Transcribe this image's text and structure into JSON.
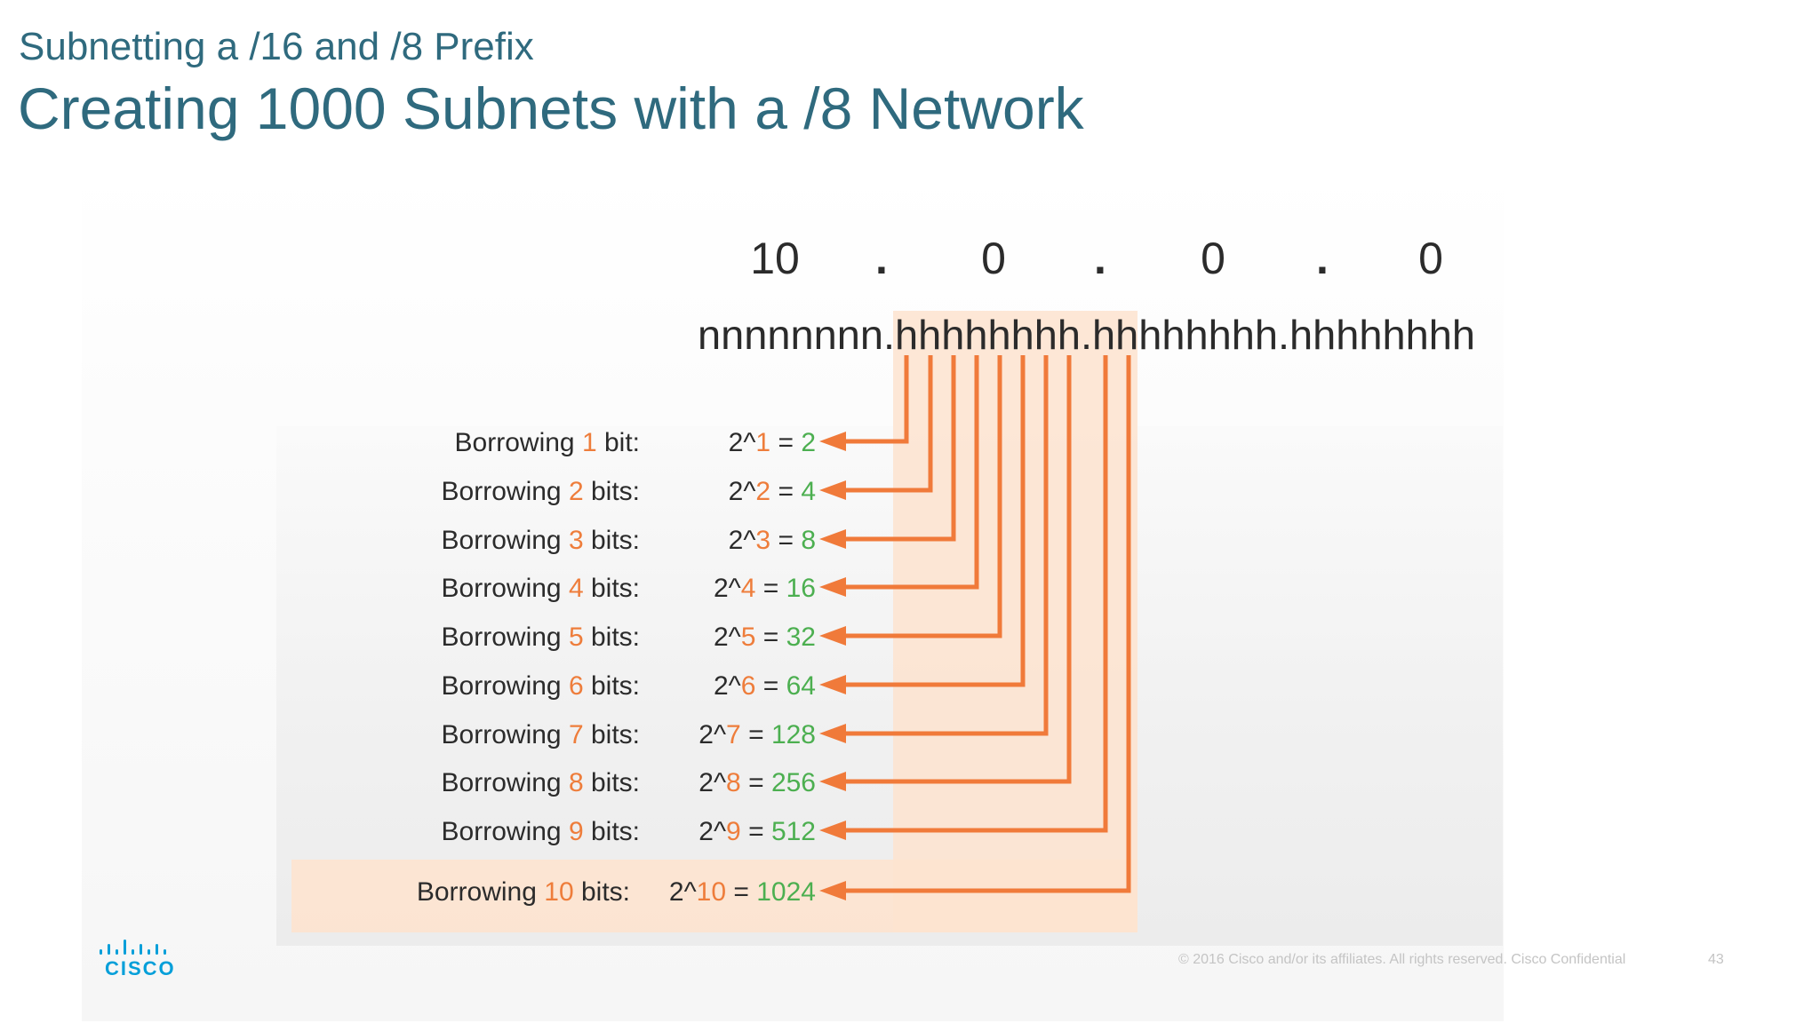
{
  "header": {
    "subtitle": "Subnetting a /16 and /8 Prefix",
    "title": "Creating 1000 Subnets with a /8 Network"
  },
  "diagram": {
    "ip_address": {
      "octets": [
        "10",
        "0",
        "0",
        "0"
      ],
      "dot": "."
    },
    "bit_pattern": {
      "segments": [
        "nnnnnnnn.",
        "hhhhhhhh.h",
        "hhhhhhh.hhhhhhhh"
      ]
    },
    "rows": [
      {
        "prefix": "Borrowing ",
        "n": "1",
        "suffix": " bit:",
        "base": "2^",
        "exp": "1",
        "eq": " = ",
        "result": "2"
      },
      {
        "prefix": "Borrowing ",
        "n": "2",
        "suffix": " bits:",
        "base": "2^",
        "exp": "2",
        "eq": " = ",
        "result": "4"
      },
      {
        "prefix": "Borrowing ",
        "n": "3",
        "suffix": " bits:",
        "base": "2^",
        "exp": "3",
        "eq": " = ",
        "result": "8"
      },
      {
        "prefix": "Borrowing ",
        "n": "4",
        "suffix": " bits:",
        "base": "2^",
        "exp": "4",
        "eq": " = ",
        "result": "16"
      },
      {
        "prefix": "Borrowing ",
        "n": "5",
        "suffix": " bits:",
        "base": "2^",
        "exp": "5",
        "eq": " = ",
        "result": "32"
      },
      {
        "prefix": "Borrowing ",
        "n": "6",
        "suffix": " bits:",
        "base": "2^",
        "exp": "6",
        "eq": " = ",
        "result": "64"
      },
      {
        "prefix": "Borrowing ",
        "n": "7",
        "suffix": " bits:",
        "base": "2^",
        "exp": "7",
        "eq": " = ",
        "result": "128"
      },
      {
        "prefix": "Borrowing ",
        "n": "8",
        "suffix": " bits:",
        "base": "2^",
        "exp": "8",
        "eq": " = ",
        "result": "256"
      },
      {
        "prefix": "Borrowing ",
        "n": "9",
        "suffix": " bits:",
        "base": "2^",
        "exp": "9",
        "eq": " = ",
        "result": "512"
      },
      {
        "prefix": "Borrowing ",
        "n": "10",
        "suffix": " bits:",
        "base": "2^",
        "exp": "10",
        "eq": " = ",
        "result": "1024"
      }
    ],
    "colors": {
      "network_text": "#2b2b2b",
      "bit_count": "#ee7d3b",
      "result": "#4caf50",
      "arrow": "#f07a3a",
      "highlight": "#fde3cf"
    }
  },
  "footer": {
    "copyright": "© 2016  Cisco and/or its affiliates. All rights reserved.   Cisco Confidential",
    "page": "43"
  },
  "logo": {
    "word": "CISCO",
    "icon": "cisco-bridge-icon"
  }
}
